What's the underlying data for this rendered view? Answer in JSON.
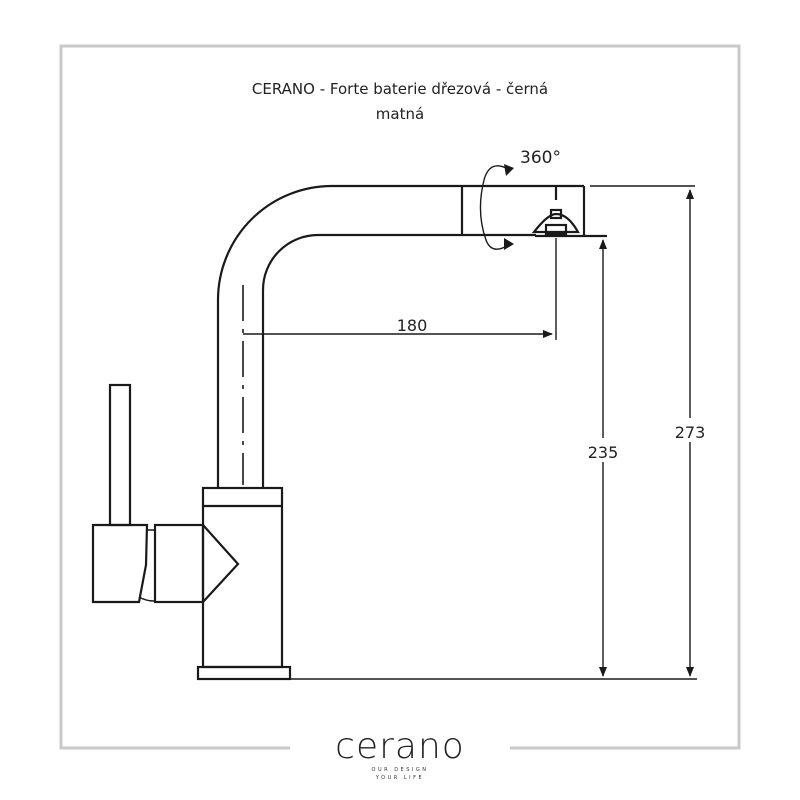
{
  "title": {
    "line1": "CERANO - Forte baterie dřezová - černá",
    "line2": "matná"
  },
  "dimensions": {
    "reach": "180",
    "spout_height": "235",
    "total_height": "273",
    "rotation": "360°"
  },
  "logo": {
    "brand": "cerano",
    "tagline1": "OUR DESIGN",
    "tagline2": "YOUR LIFE"
  },
  "colors": {
    "frame": "#c9c9c9",
    "line": "#1a1a1a"
  }
}
